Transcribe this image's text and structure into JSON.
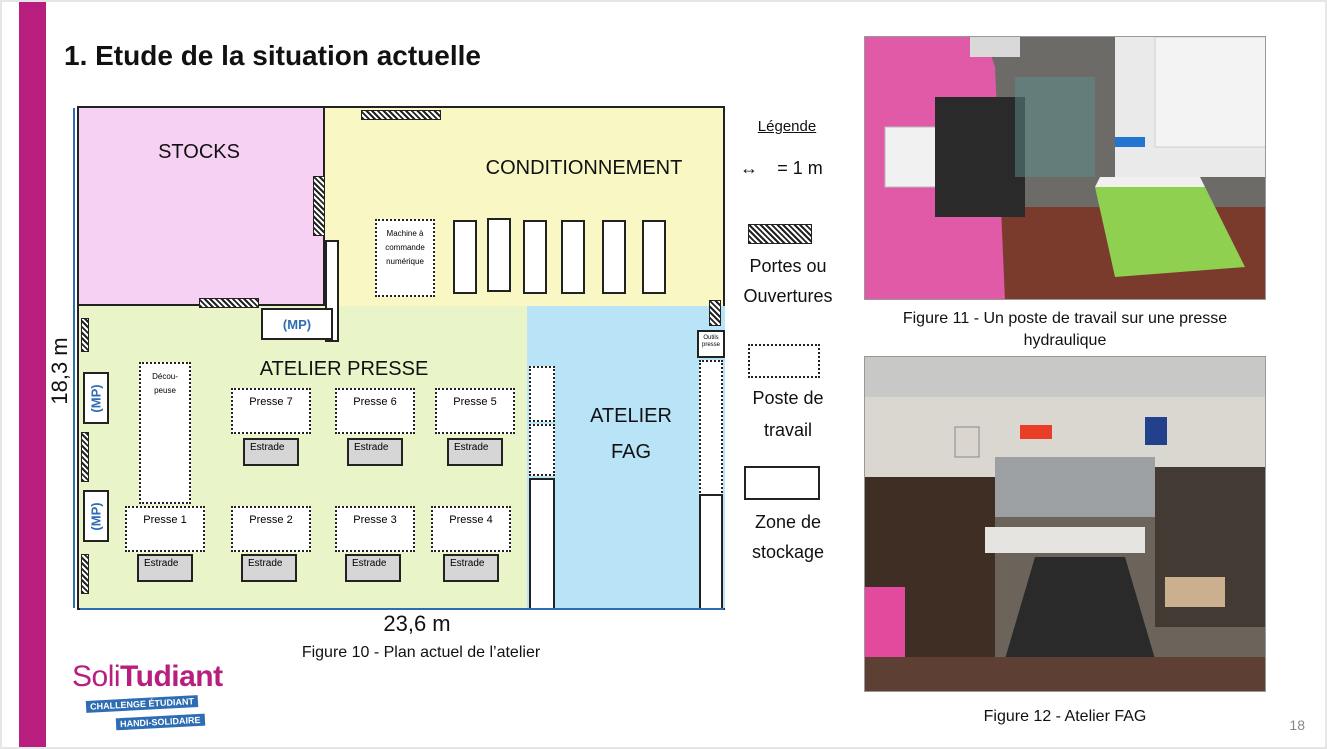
{
  "slide": {
    "title": "1.   Etude de la situation actuelle",
    "number": "18"
  },
  "plan": {
    "zones": {
      "stocks": "STOCKS",
      "conditionnement": "CONDITIONNEMENT",
      "atelier_presse": "ATELIER PRESSE",
      "atelier_fag_line1": "ATELIER",
      "atelier_fag_line2": "FAG"
    },
    "machine_cn": "Machine à commande numérique",
    "decoupeuse": "Décou-peuse",
    "outils_presse": "Outils presse",
    "mp_label": "(MP)",
    "presses_top": [
      "Presse 7",
      "Presse 6",
      "Presse 5"
    ],
    "presses_bottom": [
      "Presse 1",
      "Presse 2",
      "Presse 3",
      "Presse 4"
    ],
    "estrade_label": "Estrade",
    "width_label": "23,6 m",
    "height_label": "18,3 m",
    "caption": "Figure 10 - Plan actuel de l’atelier"
  },
  "legend": {
    "title": "Légende",
    "scale": "= 1 m",
    "hatch_line1": "Portes ou",
    "hatch_line2": "Ouvertures",
    "dotted_line1": "Poste de",
    "dotted_line2": "travail",
    "solid_line1": "Zone de",
    "solid_line2": "stockage"
  },
  "figures": {
    "fig11_line1": "Figure 11 - Un poste de travail sur une presse",
    "fig11_line2": "hydraulique",
    "fig12": "Figure 12 - Atelier FAG"
  },
  "logo": {
    "soli": "Soli",
    "tudiant": "Tudiant",
    "line1": "CHALLENGE ÉTUDIANT",
    "line2": "HANDI-SOLIDAIRE"
  },
  "colors": {
    "accent": "#b81e7d",
    "stocks": "#f7d1f4",
    "conditionnement": "#f9f8c4",
    "atelier_presse": "#e9f5c9",
    "atelier_fag": "#b9e3f7",
    "dimension": "#2e6db4"
  }
}
